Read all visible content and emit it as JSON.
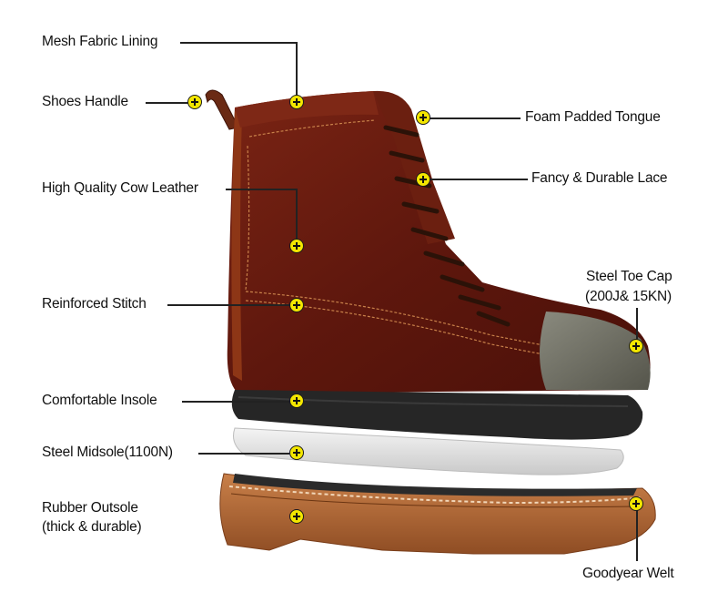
{
  "callouts": {
    "mesh_fabric_lining": "Mesh Fabric Lining",
    "shoes_handle": "Shoes Handle",
    "high_quality_cow_leather": "High Quality Cow Leather",
    "reinforced_stitch": "Reinforced Stitch",
    "comfortable_insole": "Comfortable Insole",
    "steel_midsole": "Steel Midsole(1100N)",
    "rubber_outsole_line1": "Rubber Outsole",
    "rubber_outsole_line2": "(thick & durable)",
    "foam_padded_tongue": "Foam Padded Tongue",
    "fancy_durable_lace": "Fancy & Durable Lace",
    "steel_toe_cap_line1": "Steel Toe Cap",
    "steel_toe_cap_line2": "(200J& 15KN)",
    "goodyear_welt": "Goodyear Welt"
  },
  "colors": {
    "marker": "#f3e600",
    "leather": "#6b1d12",
    "toe_cap": "#6d6d63",
    "outsole": "#b46a3a",
    "insole": "#2a2a2a"
  },
  "icons": [
    "plus-marker-icon"
  ]
}
